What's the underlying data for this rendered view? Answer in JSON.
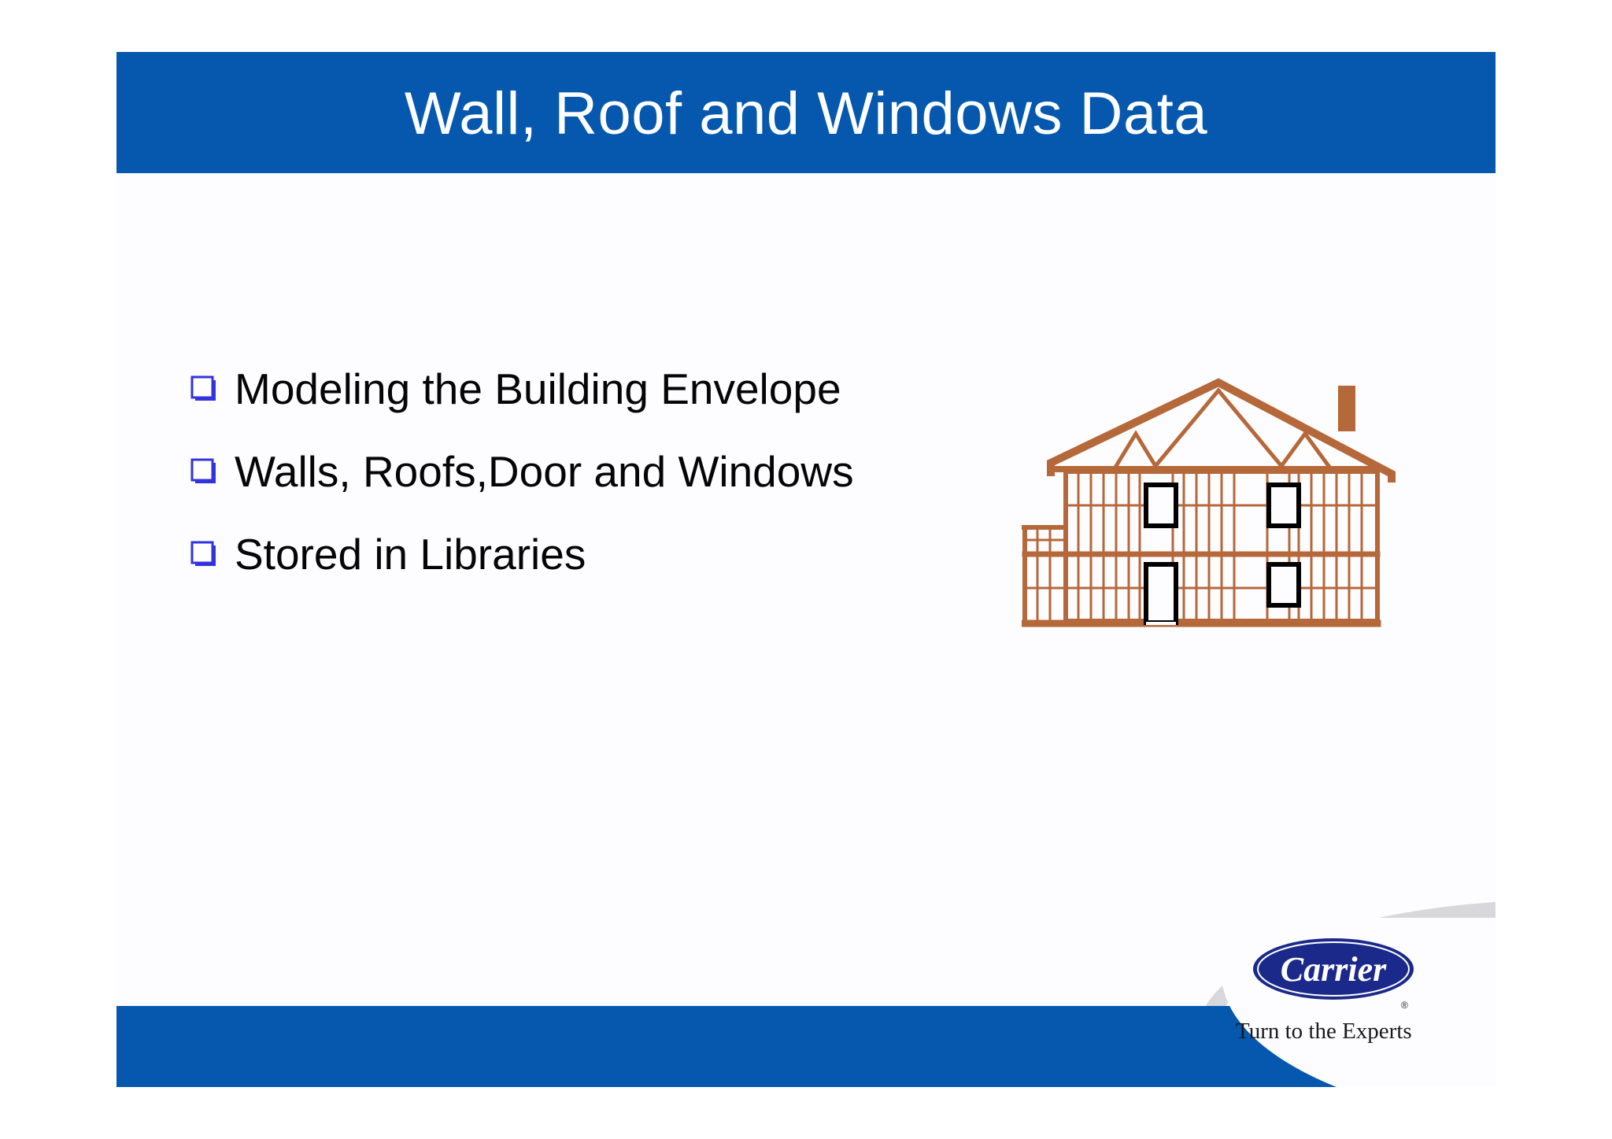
{
  "slide": {
    "title": "Wall, Roof and Windows Data",
    "bullets": [
      "Modeling the Building Envelope",
      "Walls, Roofs,Door and Windows",
      "Stored in Libraries"
    ]
  },
  "logo": {
    "wordmark": "Carrier",
    "tagline": "Turn to the Experts",
    "registered_mark": "®"
  },
  "colors": {
    "brand_blue": "#0558ae",
    "bullet_blue": "#3333dd",
    "house_frame": "#b5683a",
    "logo_navy": "#1b2a8a"
  },
  "icons": {
    "bullet": "checkbox-square-icon",
    "illustration": "house-frame-icon"
  }
}
